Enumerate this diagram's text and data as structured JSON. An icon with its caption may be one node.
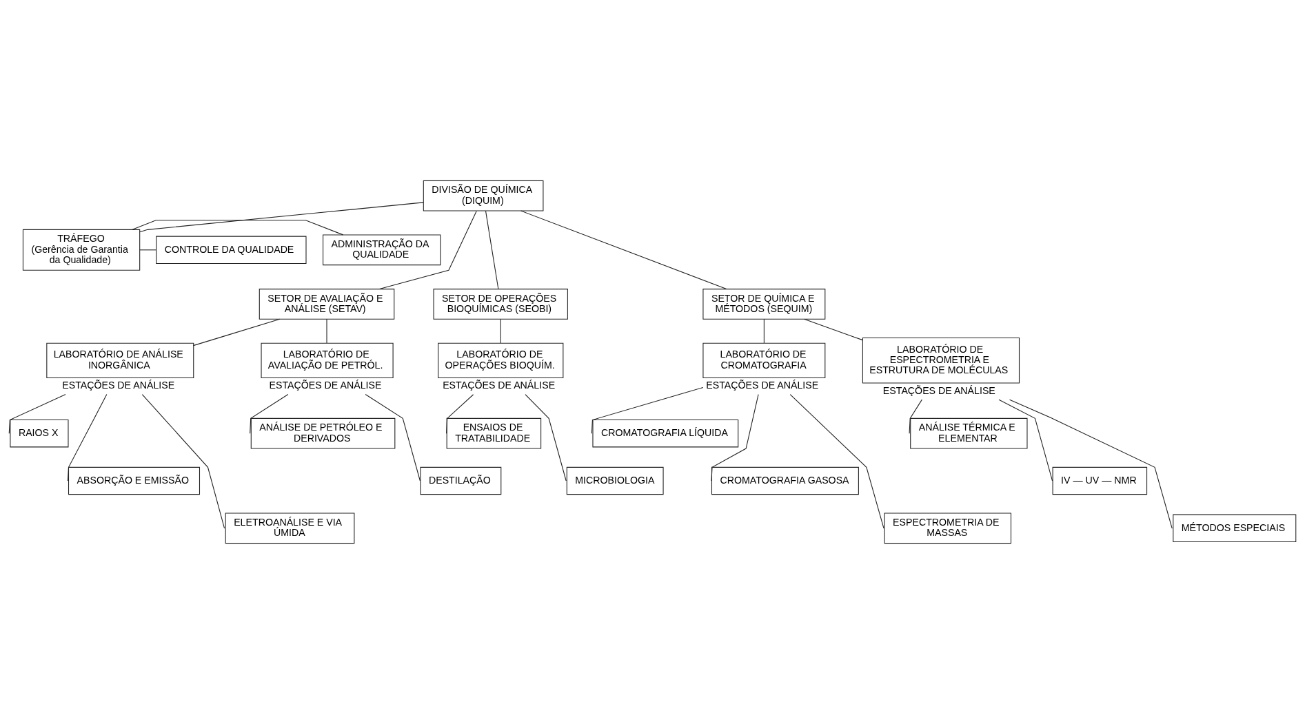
{
  "diagram": {
    "nodes": [
      {
        "text": [
          "DIVISÃO DE QUÍMICA (DIQUIM)"
        ]
      },
      {
        "text": [
          "TRÁFEGO",
          "(Gerência de Garantia da Qualidade)"
        ]
      },
      {
        "text": [
          "ADMINISTRAÇÃO DA QUALIDADE"
        ]
      },
      {
        "text": [
          "CONTROLE DA QUALIDADE"
        ]
      },
      {
        "text": [
          "SETOR DE AVALIAÇÃO E ANÁLISE (SETAV)"
        ]
      },
      {
        "text": [
          "SETOR DE OPERAÇÕES BIOQUÍMICAS (SEOBI)"
        ]
      },
      {
        "text": [
          "SETOR DE QUÍMICA E MÉTODOS (SEQUIM)"
        ]
      },
      {
        "text": [
          "LABORATÓRIO DE ANÁLISE INORGÂNICA"
        ],
        "beside": [
          "ESTAÇÕES DE ANÁLISE"
        ]
      },
      {
        "text": [
          "LABORATÓRIO DE AVALIAÇÃO DE PETRÓL."
        ],
        "beside": [
          "ESTAÇÕES DE ANÁLISE"
        ]
      },
      {
        "text": [
          "LABORATÓRIO DE OPERAÇÕES BIOQUÍM."
        ],
        "beside": [
          "ESTAÇÕES DE ANÁLISE"
        ]
      },
      {
        "text": [
          "LABORATÓRIO DE CROMATOGRAFIA"
        ],
        "beside": [
          "ESTAÇÕES DE ANÁLISE"
        ]
      },
      {
        "text": [
          "LABORATÓRIO DE ESPECTROMETRIA E ESTRUTURA DE MOLÉCULAS"
        ],
        "beside": [
          "ESTAÇÕES DE ANÁLISE"
        ]
      },
      {
        "text": [
          "RAIOS X"
        ]
      },
      {
        "text": [
          "ABSORÇÃO E EMISSÃO"
        ]
      },
      {
        "text": [
          "ELETROANÁLISE E VIA ÚMIDA"
        ]
      },
      {
        "text": [
          "ANÁLISE DE PETRÓLEO E DERIVADOS"
        ]
      },
      {
        "text": [
          "DESTILAÇÃO"
        ]
      },
      {
        "text": [
          "ENSAIOS DE TRATABILIDADE"
        ]
      },
      {
        "text": [
          "MICROBIOLOGIA"
        ]
      },
      {
        "text": [
          "CROMATOGRAFIA LÍQUIDA"
        ]
      },
      {
        "text": [
          "CROMATOGRAFIA GASOSA"
        ]
      },
      {
        "text": [
          "ESPECTROMETRIA DE MASSAS"
        ]
      },
      {
        "text": [
          "ANÁLISE TÉRMICA E ELEMENTAR"
        ]
      },
      {
        "text": [
          "IV — UV — NMR"
        ]
      },
      {
        "text": [
          "MÉTODOS ESPECIAIS"
        ]
      }
    ],
    "edges": [
      {
        "from": 0,
        "to": 1,
        "arrow": "none"
      },
      {
        "from": 1,
        "to": 2,
        "arrow": "none"
      },
      {
        "from": 1,
        "to": 3,
        "arrow": "none"
      },
      {
        "from": 0,
        "to": 4,
        "arrow": "none"
      },
      {
        "from": 0,
        "to": 5,
        "arrow": "none"
      },
      {
        "from": 0,
        "to": 6,
        "arrow": "none"
      },
      {
        "from": 4,
        "to": 7,
        "arrow": "none"
      },
      {
        "from": 4,
        "to": 8,
        "arrow": "none"
      },
      {
        "from": 5,
        "to": 9,
        "arrow": "none"
      },
      {
        "from": 6,
        "to": 10,
        "arrow": "none"
      },
      {
        "from": 6,
        "to": 11,
        "arrow": "none"
      },
      {
        "from": 7,
        "to": 12,
        "arrow": "none"
      },
      {
        "from": 7,
        "to": 13,
        "arrow": "none"
      },
      {
        "from": 7,
        "to": 14,
        "arrow": "none"
      },
      {
        "from": 8,
        "to": 15,
        "arrow": "none"
      },
      {
        "from": 8,
        "to": 16,
        "arrow": "none"
      },
      {
        "from": 9,
        "to": 17,
        "arrow": "none"
      },
      {
        "from": 9,
        "to": 18,
        "arrow": "none"
      },
      {
        "from": 10,
        "to": 19,
        "arrow": "none"
      },
      {
        "from": 10,
        "to": 20,
        "arrow": "none"
      },
      {
        "from": 10,
        "to": 21,
        "arrow": "none"
      },
      {
        "from": 11,
        "to": 22,
        "arrow": "none"
      },
      {
        "from": 11,
        "to": 23,
        "arrow": "none"
      },
      {
        "from": 11,
        "to": 24,
        "arrow": "none"
      }
    ]
  }
}
